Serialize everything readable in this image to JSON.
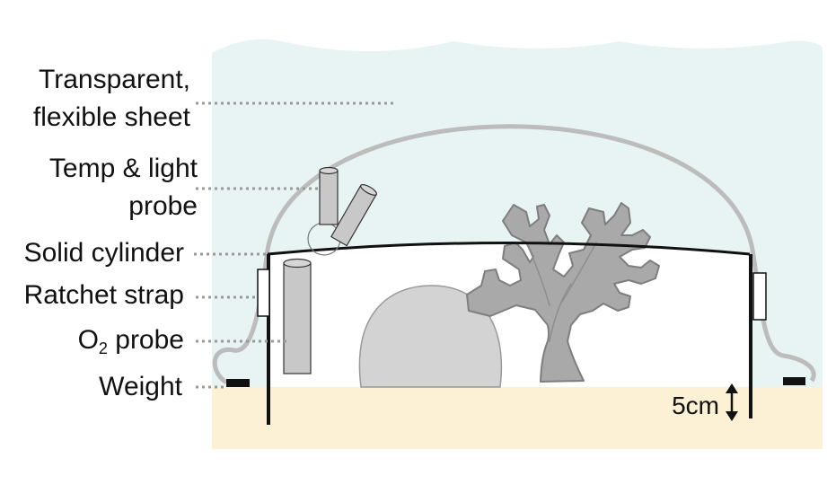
{
  "labels": {
    "sheet_line1": "Transparent,",
    "sheet_line2": "flexible sheet",
    "probe_line1": "Temp & light",
    "probe_line2": "probe",
    "cylinder": "Solid cylinder",
    "strap": "Ratchet strap",
    "o2_main": "O",
    "o2_sub": "2",
    "o2_rest": " probe",
    "weight": "Weight"
  },
  "measure": {
    "height": "5cm"
  },
  "colors": {
    "water": "#e8f4f4",
    "sand": "#fcf1d4",
    "sheet": "#bcbcbc",
    "coral": "#a9a9a9",
    "boulder": "#d3d3d3",
    "probe": "#c8c8c8",
    "frame": "#111111",
    "leader": "#9a9a9a"
  }
}
